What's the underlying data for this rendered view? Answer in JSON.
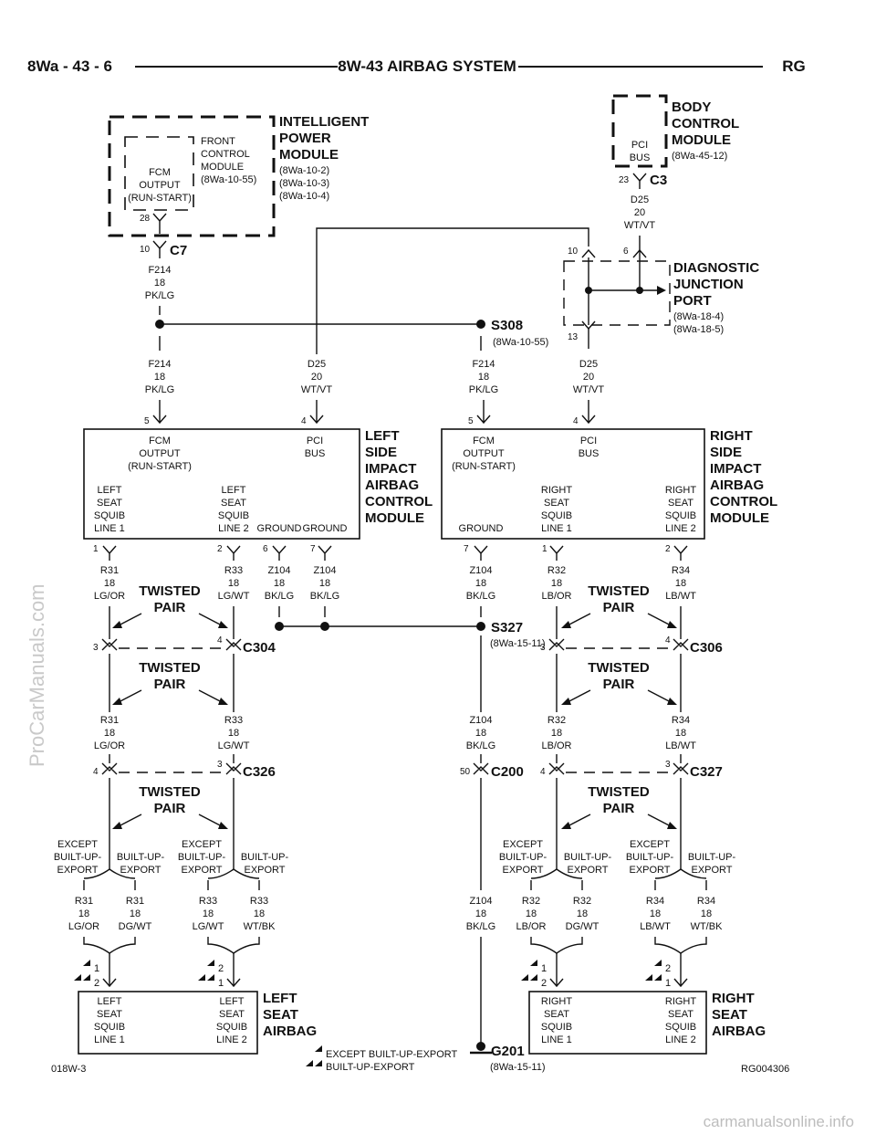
{
  "header": {
    "left": "8Wa - 43 - 6",
    "center": "8W-43 AIRBAG SYSTEM",
    "right": "RG"
  },
  "footer": {
    "left": "018W-3",
    "right": "RG004306"
  },
  "watermark_side": "ProCarManuals.com",
  "watermark_bottom": "carmanualsonline.info",
  "legend": {
    "single": "EXCEPT BUILT-UP-EXPORT",
    "double": "BUILT-UP-EXPORT"
  },
  "ipm": {
    "title": [
      "INTELLIGENT",
      "POWER",
      "MODULE"
    ],
    "refs": [
      "(8Wa-10-2)",
      "(8Wa-10-3)",
      "(8Wa-10-4)"
    ],
    "fcm": {
      "lines": [
        "FRONT",
        "CONTROL",
        "MODULE"
      ],
      "ref": "(8Wa-10-55)",
      "output": [
        "FCM",
        "OUTPUT",
        "(RUN-START)"
      ],
      "pin": "28"
    },
    "conn_pin": "10",
    "conn": "C7"
  },
  "bcm": {
    "title": [
      "BODY",
      "CONTROL",
      "MODULE"
    ],
    "ref": "(8Wa-45-12)",
    "pci": [
      "PCI",
      "BUS"
    ],
    "pin": "23",
    "conn": "C3"
  },
  "djp": {
    "title": [
      "DIAGNOSTIC",
      "JUNCTION",
      "PORT"
    ],
    "refs": [
      "(8Wa-18-4)",
      "(8Wa-18-5)"
    ],
    "pin_a": "10",
    "pin_b": "6",
    "pin_c": "13"
  },
  "splices": {
    "s308": {
      "name": "S308",
      "ref": "(8Wa-10-55)"
    },
    "s327": {
      "name": "S327",
      "ref": "(8Wa-15-11)"
    }
  },
  "wires": {
    "f214": [
      "F214",
      "18",
      "PK/LG"
    ],
    "d25": [
      "D25",
      "20",
      "WT/VT"
    ],
    "r31": [
      "R31",
      "18",
      "LG/OR"
    ],
    "r31dg": [
      "R31",
      "18",
      "DG/WT"
    ],
    "r33": [
      "R33",
      "18",
      "LG/WT"
    ],
    "r33wt": [
      "R33",
      "18",
      "WT/BK"
    ],
    "z104": [
      "Z104",
      "18",
      "BK/LG"
    ],
    "r32": [
      "R32",
      "18",
      "LB/OR"
    ],
    "r32dg": [
      "R32",
      "18",
      "DG/WT"
    ],
    "r34": [
      "R34",
      "18",
      "LB/WT"
    ],
    "r34wt": [
      "R34",
      "18",
      "WT/BK"
    ]
  },
  "lsiacm": {
    "title": [
      "LEFT",
      "SIDE",
      "IMPACT",
      "AIRBAG",
      "CONTROL",
      "MODULE"
    ],
    "fcm_out": [
      "FCM",
      "OUTPUT",
      "(RUN-START)"
    ],
    "pci": [
      "PCI",
      "BUS"
    ],
    "squib1": [
      "LEFT",
      "SEAT",
      "SQUIB",
      "LINE 1"
    ],
    "squib2": [
      "LEFT",
      "SEAT",
      "SQUIB",
      "LINE 2"
    ],
    "ground": "GROUND",
    "pins_top": [
      "5",
      "4"
    ],
    "pins_bottom": [
      "1",
      "2",
      "6",
      "7"
    ]
  },
  "rsiacm": {
    "title": [
      "RIGHT",
      "SIDE",
      "IMPACT",
      "AIRBAG",
      "CONTROL",
      "MODULE"
    ],
    "fcm_out": [
      "FCM",
      "OUTPUT",
      "(RUN-START)"
    ],
    "pci": [
      "PCI",
      "BUS"
    ],
    "squib1": [
      "RIGHT",
      "SEAT",
      "SQUIB",
      "LINE 1"
    ],
    "squib2": [
      "RIGHT",
      "SEAT",
      "SQUIB",
      "LINE 2"
    ],
    "ground": "GROUND",
    "pins_top": [
      "5",
      "4"
    ],
    "pins_bottom": [
      "7",
      "1",
      "2"
    ]
  },
  "twisted_pair": [
    "TWISTED",
    "PAIR"
  ],
  "connectors": {
    "c304": {
      "name": "C304",
      "pins": [
        "3",
        "4"
      ]
    },
    "c306": {
      "name": "C306",
      "pins": [
        "3",
        "4"
      ]
    },
    "c326": {
      "name": "C326",
      "pins": [
        "4",
        "3"
      ]
    },
    "c327": {
      "name": "C327",
      "pins": [
        "4",
        "3"
      ]
    },
    "c200": {
      "name": "C200",
      "pin": "50"
    }
  },
  "options": {
    "except": [
      "EXCEPT",
      "BUILT-UP-",
      "EXPORT"
    ],
    "built": [
      "BUILT-UP-",
      "EXPORT"
    ]
  },
  "left_airbag": {
    "title": [
      "LEFT",
      "SEAT",
      "AIRBAG"
    ],
    "line1": [
      "LEFT",
      "SEAT",
      "SQUIB",
      "LINE 1"
    ],
    "line2": [
      "LEFT",
      "SEAT",
      "SQUIB",
      "LINE 2"
    ],
    "pins1": [
      "1",
      "2"
    ],
    "pins2": [
      "2",
      "1"
    ]
  },
  "right_airbag": {
    "title": [
      "RIGHT",
      "SEAT",
      "AIRBAG"
    ],
    "line1": [
      "RIGHT",
      "SEAT",
      "SQUIB",
      "LINE 1"
    ],
    "line2": [
      "RIGHT",
      "SEAT",
      "SQUIB",
      "LINE 2"
    ],
    "pins1": [
      "1",
      "2"
    ],
    "pins2": [
      "2",
      "1"
    ]
  },
  "ground_g201": {
    "name": "G201",
    "ref": "(8Wa-15-11)"
  }
}
